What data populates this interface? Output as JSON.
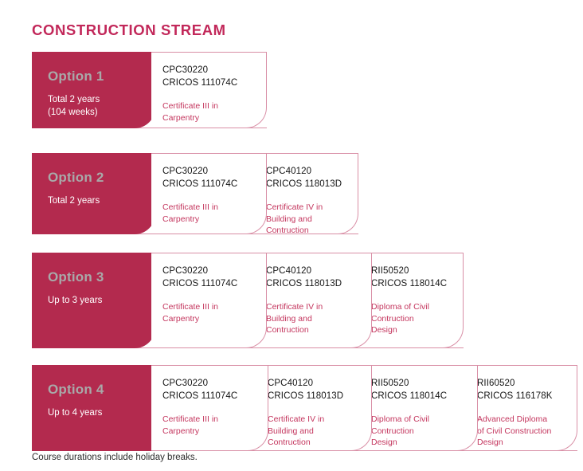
{
  "page": {
    "title": "CONSTRUCTION STREAM",
    "footnote": "Course durations include holiday breaks.",
    "colors": {
      "title": "#c2285a",
      "panel": "#b32a4e",
      "option_label": "#a9a9a9",
      "duration": "#ffffff",
      "code": "#141414",
      "course_name": "#c4365e",
      "border": "#d98fa6"
    }
  },
  "rows": [
    {
      "option": "Option 1",
      "duration": "Total 2 years\n(104 weeks)",
      "duration_lines": [
        "Total 2 years",
        "(104 weeks)"
      ],
      "segments": [
        {
          "code": "CPC30220",
          "cricos": "CRICOS 111074C",
          "name": "Certificate III in\nCarpentry",
          "name_lines": [
            "Certificate III in",
            "Carpentry"
          ]
        }
      ]
    },
    {
      "option": "Option 2",
      "duration": "Total 2 years",
      "duration_lines": [
        "Total 2 years"
      ],
      "segments": [
        {
          "code": "CPC30220",
          "cricos": "CRICOS 111074C",
          "name": "Certificate III in\nCarpentry",
          "name_lines": [
            "Certificate III in",
            "Carpentry"
          ]
        },
        {
          "code": "CPC40120",
          "cricos": "CRICOS 118013D",
          "name": "Certificate IV  in\nBuilding and\nContruction",
          "name_lines": [
            "Certificate IV  in",
            "Building and",
            "Contruction"
          ]
        }
      ]
    },
    {
      "option": "Option 3",
      "duration": "Up to 3 years",
      "duration_lines": [
        "Up to 3 years"
      ],
      "segments": [
        {
          "code": "CPC30220",
          "cricos": "CRICOS 111074C",
          "name": "Certificate III  in\nCarpentry",
          "name_lines": [
            "Certificate III  in",
            "Carpentry"
          ]
        },
        {
          "code": "CPC40120",
          "cricos": "CRICOS 118013D",
          "name": "Certificate IV  in\nBuilding and\nContruction",
          "name_lines": [
            "Certificate IV  in",
            "Building and",
            "Contruction"
          ]
        },
        {
          "code": "RII50520",
          "cricos": "CRICOS 118014C",
          "name": "Diploma of Civil\nContruction\nDesign",
          "name_lines": [
            "Diploma of Civil",
            "Contruction",
            "Design"
          ]
        }
      ]
    },
    {
      "option": "Option 4",
      "duration": "Up to 4 years",
      "duration_lines": [
        "Up to 4 years"
      ],
      "segments": [
        {
          "code": "CPC30220",
          "cricos": "CRICOS 111074C",
          "name": "Certificate III  in\nCarpentry",
          "name_lines": [
            "Certificate III  in",
            "Carpentry"
          ]
        },
        {
          "code": "CPC40120",
          "cricos": "CRICOS 118013D",
          "name": "Certificate IV  in\nBuilding and\nContruction",
          "name_lines": [
            "Certificate IV  in",
            "Building and",
            "Contruction"
          ]
        },
        {
          "code": "RII50520",
          "cricos": "CRICOS 118014C",
          "name": "Diploma of Civil\nContruction\nDesign",
          "name_lines": [
            "Diploma of Civil",
            "Contruction",
            "Design"
          ]
        },
        {
          "code": "RII60520",
          "cricos": "CRICOS 116178K",
          "name": "Advanced Diploma\nof Civil Construction\nDesign",
          "name_lines": [
            "Advanced Diploma",
            "of Civil Construction",
            "Design"
          ]
        }
      ]
    }
  ]
}
